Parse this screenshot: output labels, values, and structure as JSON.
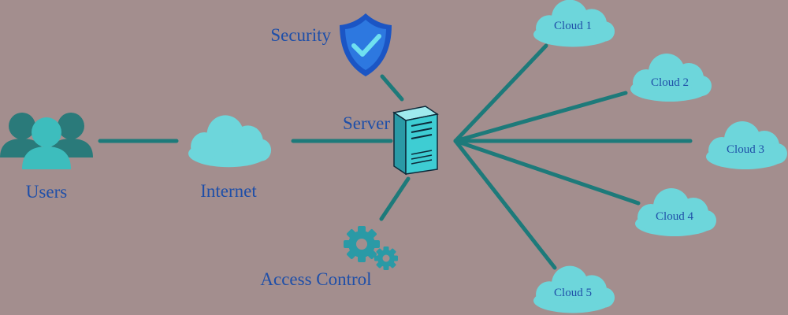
{
  "labels": {
    "users": "Users",
    "internet": "Internet",
    "server": "Server",
    "security": "Security",
    "access_control": "Access Control"
  },
  "clouds": [
    "Cloud 1",
    "Cloud 2",
    "Cloud 3",
    "Cloud 4",
    "Cloud 5"
  ],
  "icons": {
    "users": "users-icon",
    "internet": "cloud-icon",
    "server": "server-tower-icon",
    "security": "shield-check-icon",
    "access_control": "gears-icon"
  },
  "colors": {
    "background": "#a38e8e",
    "connector": "#1d7a7a",
    "cloud_fill": "#6dd6db",
    "label_text": "#1f4fa8",
    "users_back": "#2a7a7a",
    "users_front": "#3dbdbd",
    "shield_outer": "#1b55c4",
    "server_front": "#3ecdd3",
    "gear": "#2a9aa6"
  }
}
